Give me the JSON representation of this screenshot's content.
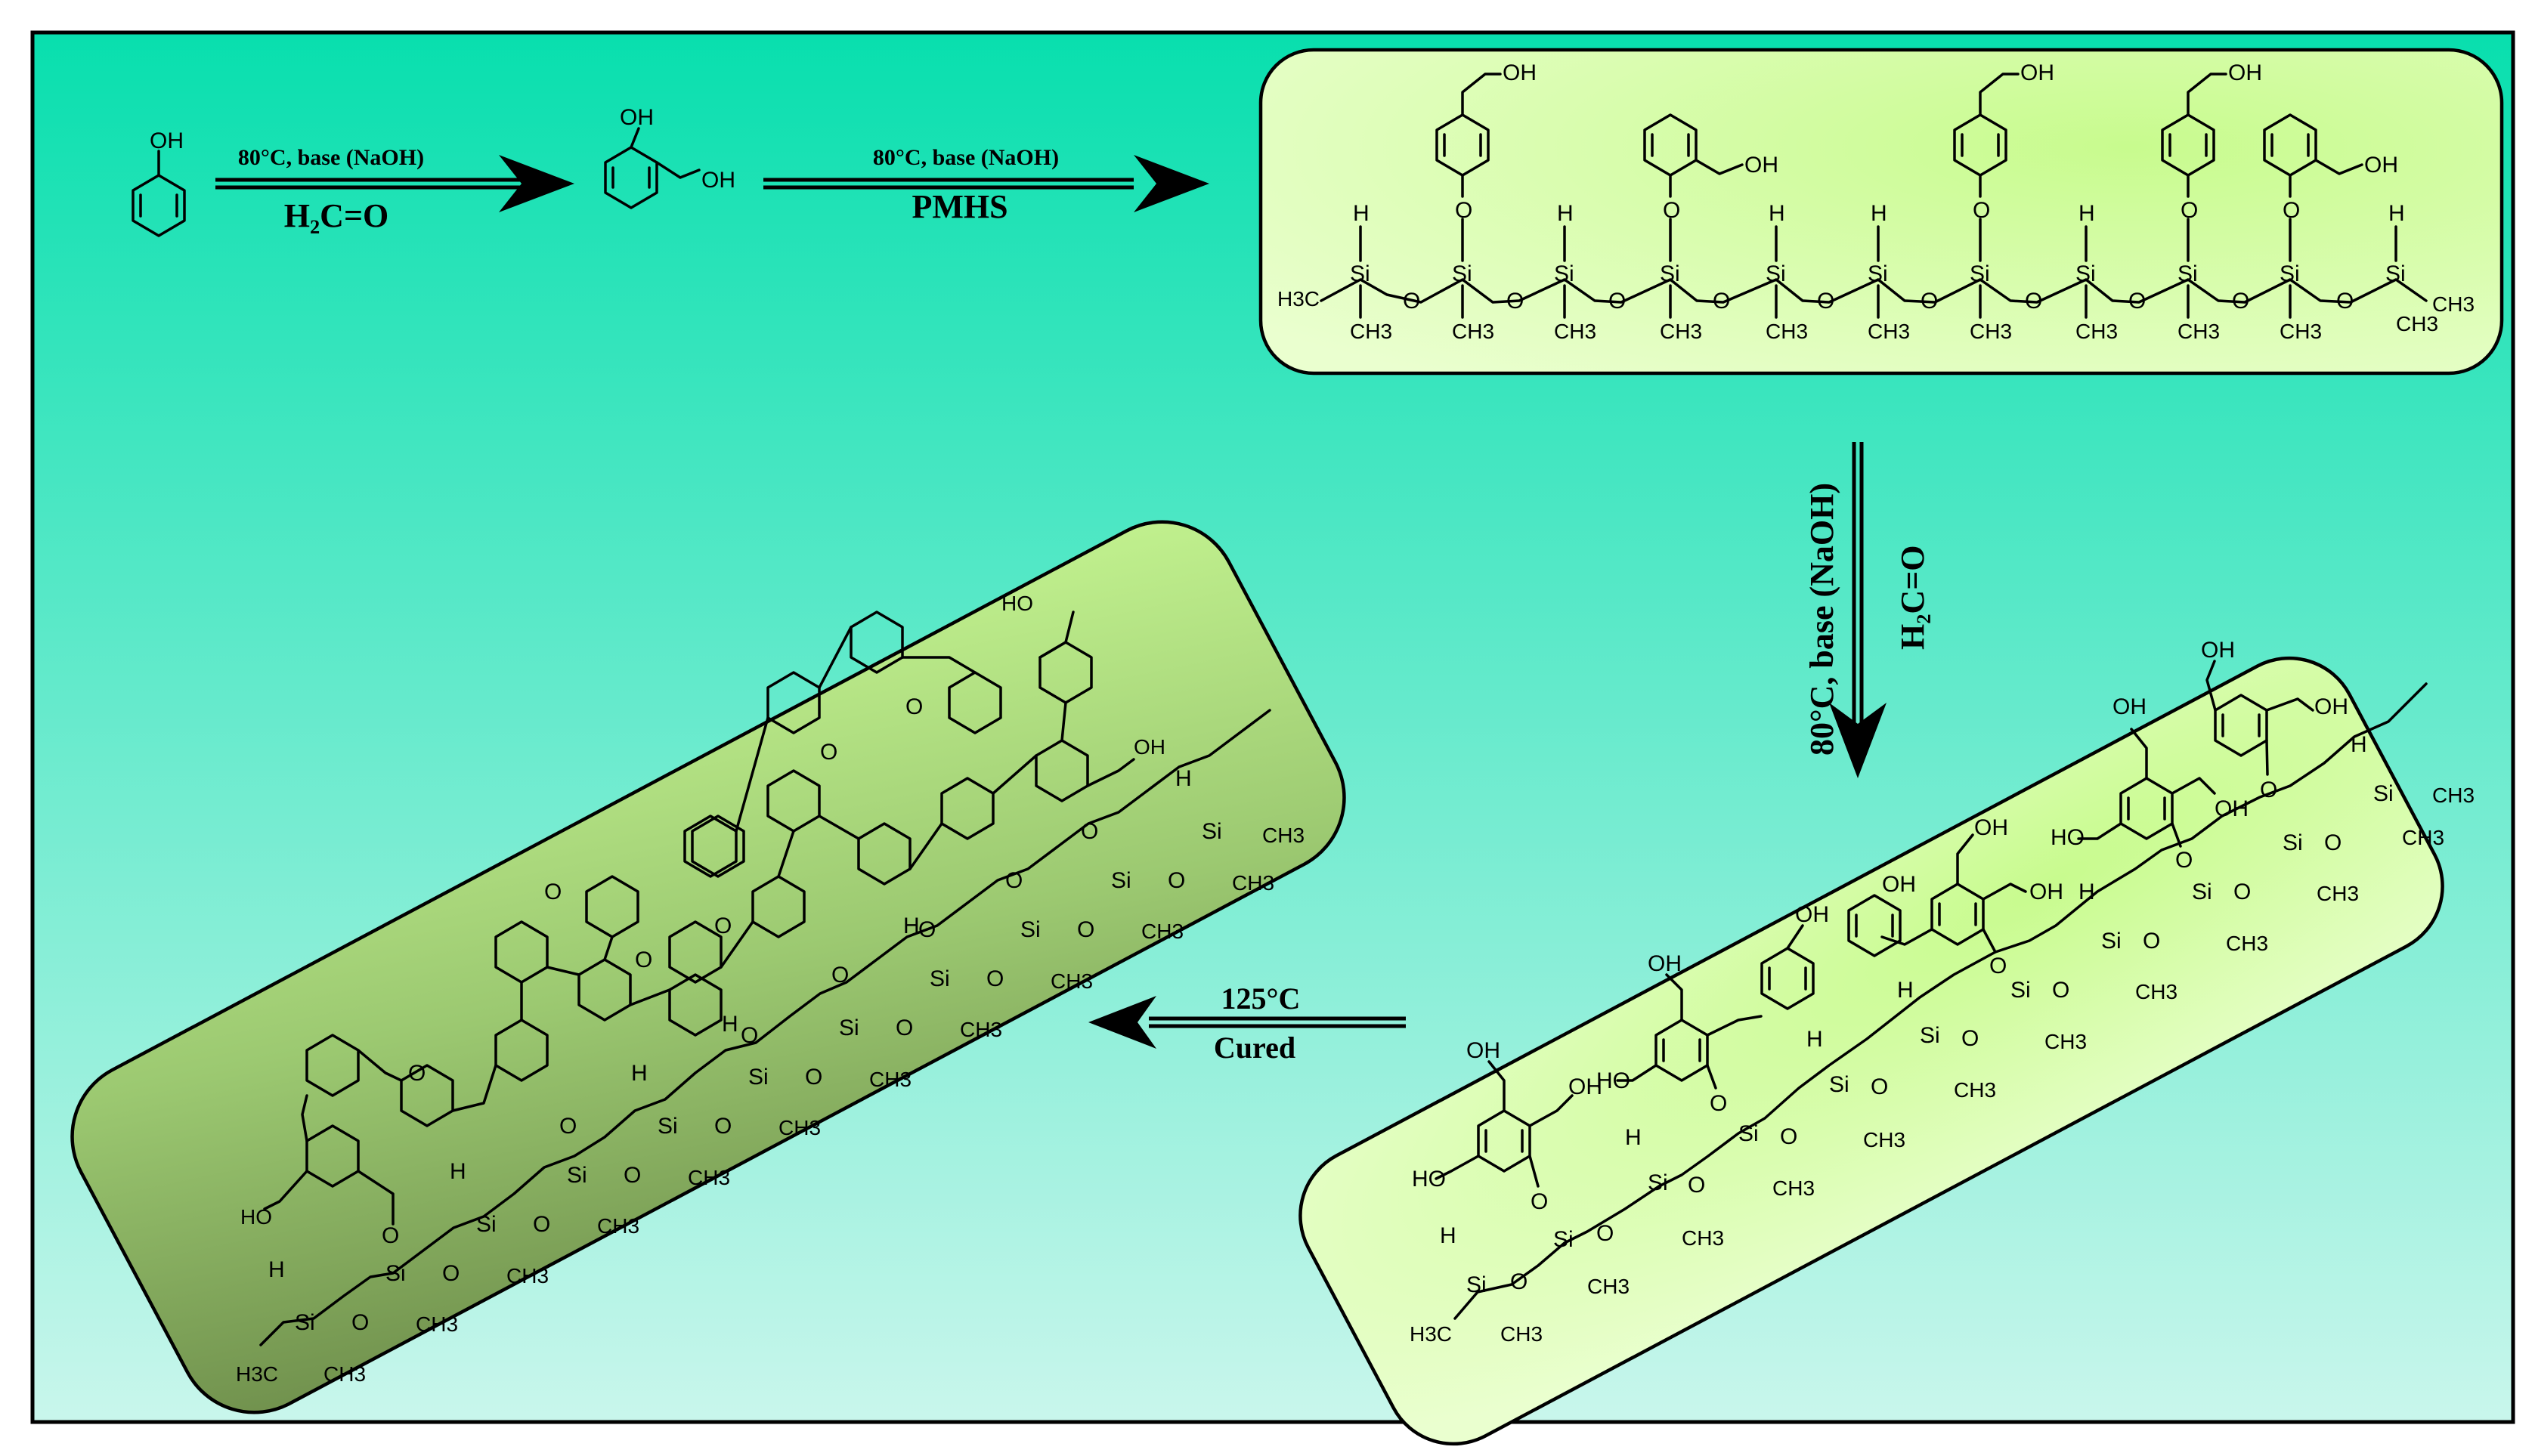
{
  "reactions": [
    {
      "conditions": "80°C, base (NaOH)",
      "reagent": "H2C=O",
      "reagent_display": "H₂C=O"
    },
    {
      "conditions": "80°C, base (NaOH)",
      "reagent": "PMHS"
    },
    {
      "conditions": "80°C, base (NaOH)",
      "reagent": "H2C=O",
      "reagent_display": "H₂C=O"
    },
    {
      "conditions": "125°C",
      "reagent": "Cured"
    }
  ],
  "atoms": {
    "oh": "OH",
    "ho": "HO",
    "o": "O",
    "h": "H",
    "si": "Si",
    "ch3": "CH3",
    "h3c": "H3C"
  },
  "colors": {
    "background_top": "#08dfae",
    "background_bottom": "#c9f6ec",
    "panel_light": "#d6ffa6",
    "panel_dark_start": "#b9ec89",
    "panel_dark_end": "#7a9a55",
    "ink": "#000000"
  }
}
